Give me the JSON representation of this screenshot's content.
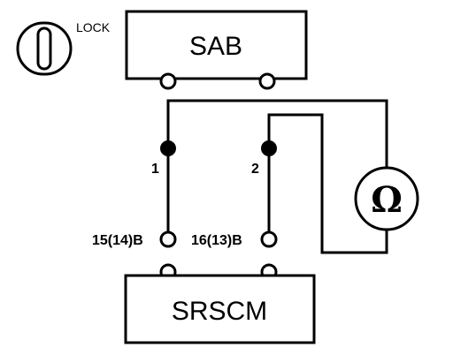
{
  "lock_label": "LOCK",
  "sab": {
    "label": "SAB"
  },
  "srscm": {
    "label": "SRSCM"
  },
  "probe_pins": {
    "pin1": "1",
    "pin2": "2"
  },
  "srscm_terminals": {
    "left": "15(14)B",
    "right": "16(13)B"
  },
  "meter": {
    "symbol": "Ω"
  },
  "colors": {
    "line": "#000000",
    "background": "#ffffff"
  }
}
